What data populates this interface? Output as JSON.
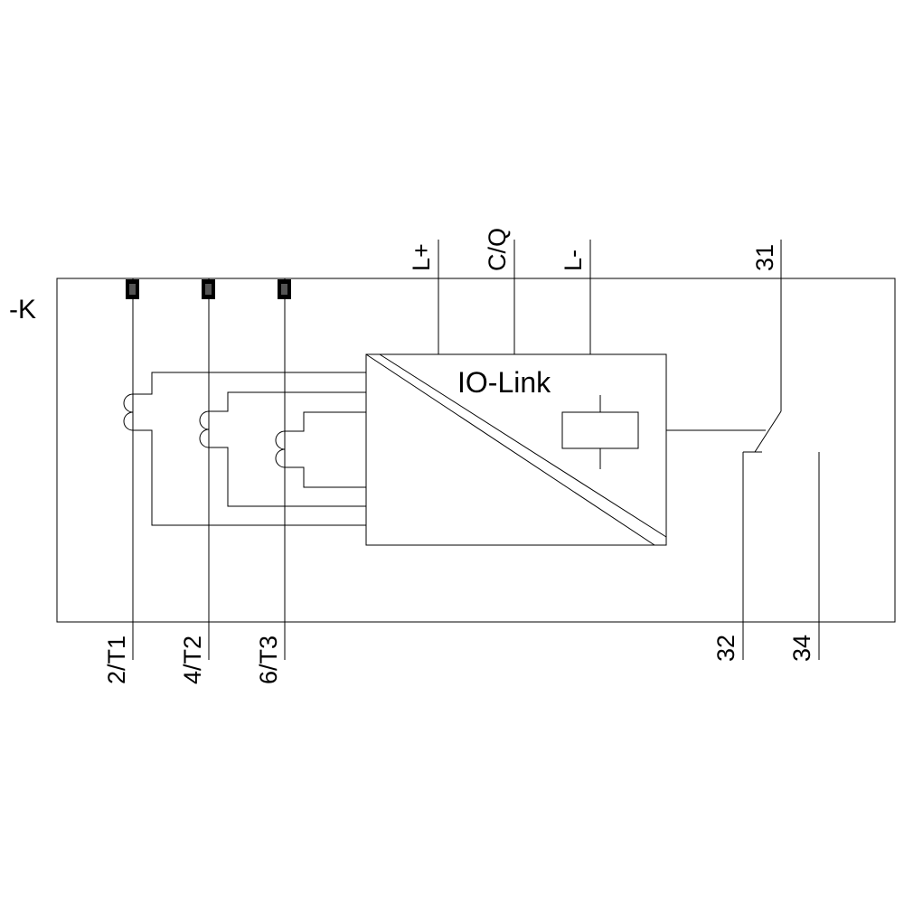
{
  "device": {
    "designator": "-K",
    "module_label": "IO-Link"
  },
  "terminals": {
    "top": [
      "L+",
      "C/Q",
      "L-",
      "31"
    ],
    "bottom": [
      "2/T1",
      "4/T2",
      "6/T3",
      "32",
      "34"
    ]
  }
}
